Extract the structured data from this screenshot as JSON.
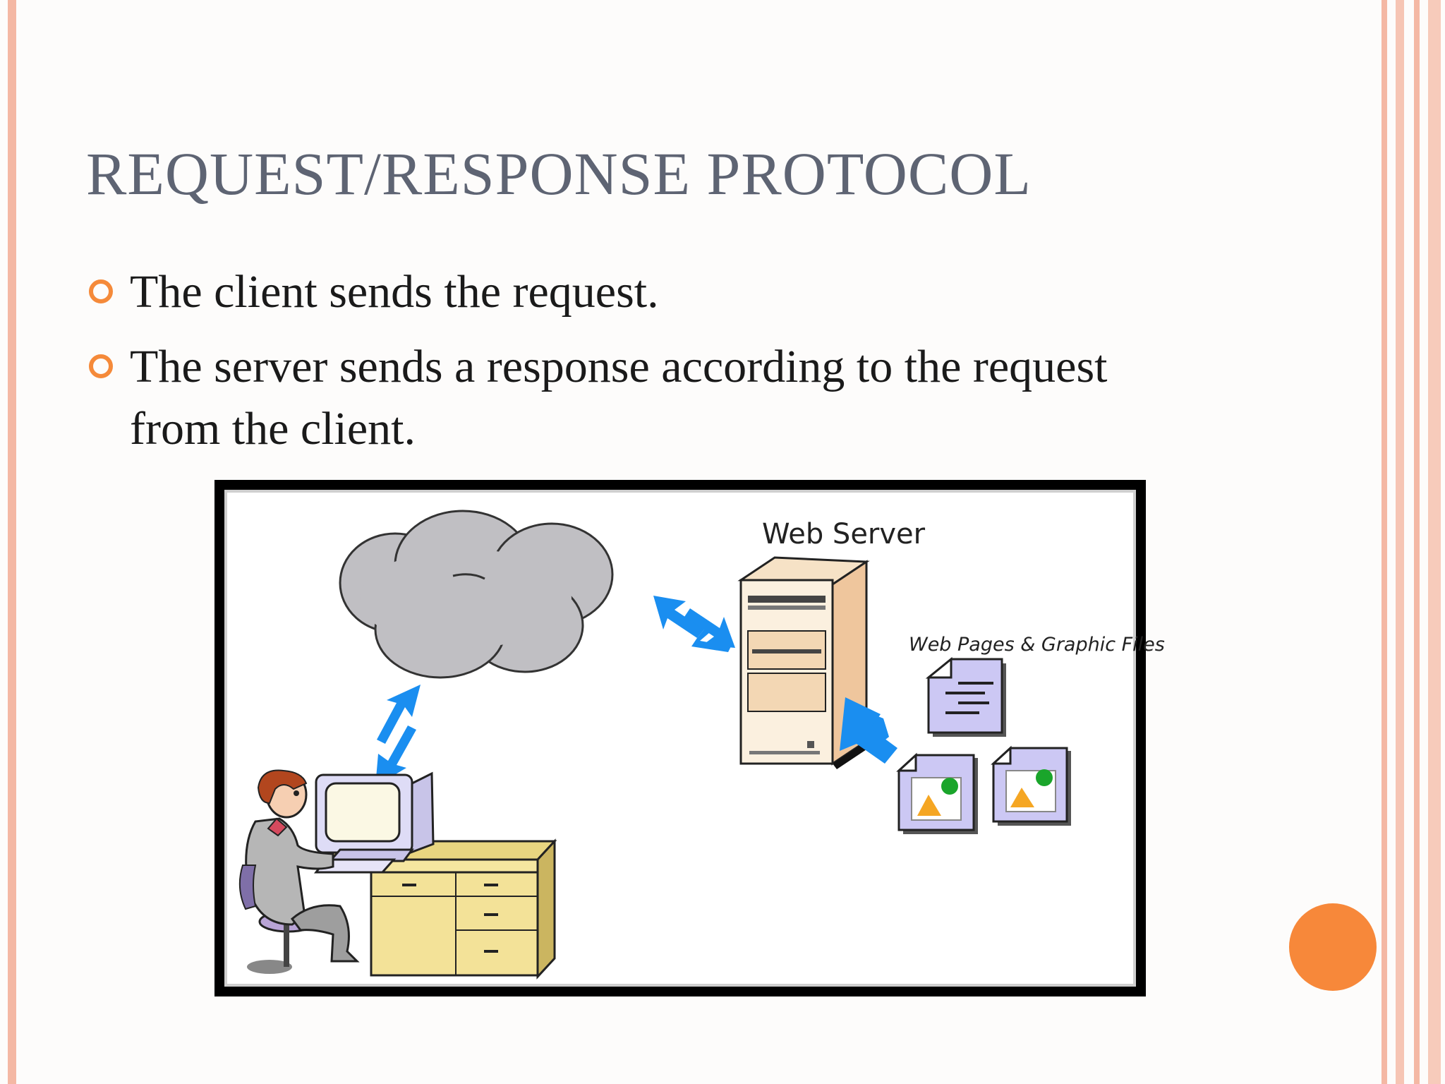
{
  "slide": {
    "title": "REQUEST/RESPONSE PROTOCOL",
    "bullets": [
      "The client sends the request.",
      "The server sends a response according to the request from the client."
    ]
  },
  "diagram": {
    "server_label": "Web Server",
    "files_label": "Web Pages & Graphic Files"
  },
  "colors": {
    "accent": "#f58a3a",
    "title": "#5e6473",
    "border": "#f4b8a4",
    "arrow": "#1a8ef0"
  }
}
